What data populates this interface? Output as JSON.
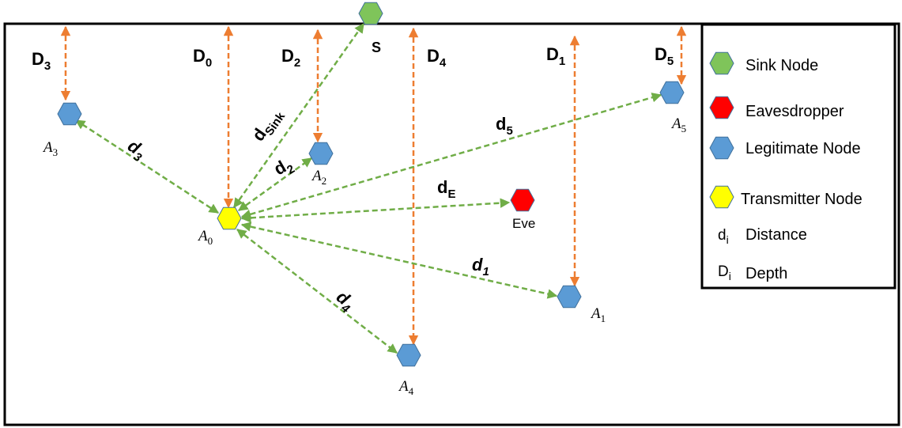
{
  "colors": {
    "sink": "#7fc45a",
    "eavesdropper": "#ff0000",
    "legitimate": "#5b9bd5",
    "transmitter": "#ffff00",
    "distance_line": "#70ad47",
    "depth_line": "#ed7d31",
    "node_stroke": "#41719c",
    "frame": "#000000"
  },
  "nodes": {
    "sink": {
      "label": "S"
    },
    "a0": {
      "label": "A",
      "sub": "0"
    },
    "a1": {
      "label": "A",
      "sub": "1"
    },
    "a2": {
      "label": "A",
      "sub": "2"
    },
    "a3": {
      "label": "A",
      "sub": "3"
    },
    "a4": {
      "label": "A",
      "sub": "4"
    },
    "a5": {
      "label": "A",
      "sub": "5"
    },
    "eve": {
      "label": "Eve"
    }
  },
  "depths": {
    "d0": {
      "base": "D",
      "sub": "0"
    },
    "d1": {
      "base": "D",
      "sub": "1"
    },
    "d2": {
      "base": "D",
      "sub": "2"
    },
    "d3": {
      "base": "D",
      "sub": "3"
    },
    "d4": {
      "base": "D",
      "sub": "4"
    },
    "d5": {
      "base": "D",
      "sub": "5"
    }
  },
  "distances": {
    "d1": {
      "base": "d",
      "sub": "1"
    },
    "d2": {
      "base": "d",
      "sub": "2"
    },
    "d3": {
      "base": "d",
      "sub": "3"
    },
    "d4": {
      "base": "d",
      "sub": "4"
    },
    "d5": {
      "base": "d",
      "sub": "5"
    },
    "dsink": {
      "base": "d",
      "sub": "Sink"
    },
    "de": {
      "base": "d",
      "sub": "E"
    }
  },
  "legend": {
    "sink": "Sink Node",
    "eavesdropper": "Eavesdropper",
    "legitimate": "Legitimate Node",
    "transmitter": "Transmitter Node",
    "distance_symbol": "d",
    "distance_symbol_sub": "i",
    "distance": "Distance",
    "depth_symbol": "D",
    "depth_symbol_sub": "i",
    "depth": "Depth"
  }
}
